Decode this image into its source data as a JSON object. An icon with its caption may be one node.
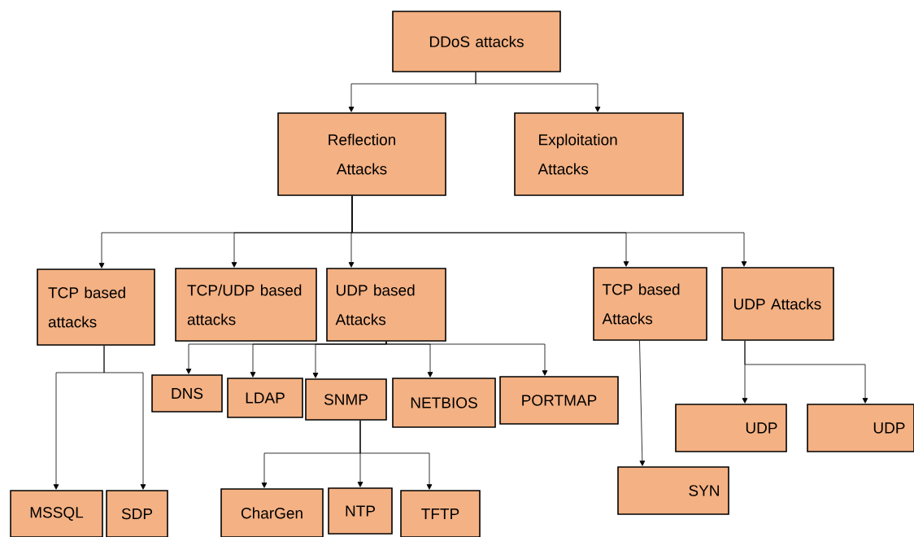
{
  "diagram": {
    "nodes": [
      {
        "text": [
          "DDoS attacks"
        ]
      },
      {
        "text": [
          "Reflection Attacks"
        ]
      },
      {
        "text": [
          "Exploitation Attacks"
        ]
      },
      {
        "text": [
          "TCP based attacks"
        ]
      },
      {
        "text": [
          "TCP/UDP based attacks"
        ]
      },
      {
        "text": [
          "UDP based Attacks"
        ]
      },
      {
        "text": [
          "TCP based Attacks"
        ]
      },
      {
        "text": [
          "UDP Attacks"
        ]
      },
      {
        "text": [
          "DNS"
        ]
      },
      {
        "text": [
          "LDAP"
        ]
      },
      {
        "text": [
          "SNMP"
        ]
      },
      {
        "text": [
          "NETBIOS"
        ]
      },
      {
        "text": [
          "PORTMAP"
        ]
      },
      {
        "text": [
          "UDP"
        ]
      },
      {
        "text": [
          "UDP"
        ]
      },
      {
        "text": [
          "MSSQL"
        ]
      },
      {
        "text": [
          "SDP"
        ]
      },
      {
        "text": [
          "CharGen"
        ]
      },
      {
        "text": [
          "NTP"
        ]
      },
      {
        "text": [
          "TFTP"
        ]
      },
      {
        "text": [
          "SYN"
        ]
      }
    ],
    "edges": [
      {
        "from": 0,
        "to": 1,
        "arrow": "to"
      },
      {
        "from": 0,
        "to": 2,
        "arrow": "to"
      },
      {
        "from": 1,
        "to": 3,
        "arrow": "to"
      },
      {
        "from": 1,
        "to": 4,
        "arrow": "to"
      },
      {
        "from": 1,
        "to": 5,
        "arrow": "to"
      },
      {
        "from": 1,
        "to": 6,
        "arrow": "to"
      },
      {
        "from": 1,
        "to": 7,
        "arrow": "to"
      },
      {
        "from": 5,
        "to": 8,
        "arrow": "to"
      },
      {
        "from": 5,
        "to": 9,
        "arrow": "to"
      },
      {
        "from": 5,
        "to": 10,
        "arrow": "to"
      },
      {
        "from": 5,
        "to": 11,
        "arrow": "to"
      },
      {
        "from": 5,
        "to": 12,
        "arrow": "to"
      },
      {
        "from": 3,
        "to": 15,
        "arrow": "to"
      },
      {
        "from": 3,
        "to": 16,
        "arrow": "to"
      },
      {
        "from": 10,
        "to": 17,
        "arrow": "to"
      },
      {
        "from": 10,
        "to": 18,
        "arrow": "to"
      },
      {
        "from": 10,
        "to": 19,
        "arrow": "to"
      },
      {
        "from": 6,
        "to": 20,
        "arrow": "to"
      },
      {
        "from": 7,
        "to": 13,
        "arrow": "to"
      },
      {
        "from": 7,
        "to": 14,
        "arrow": "to"
      }
    ]
  }
}
